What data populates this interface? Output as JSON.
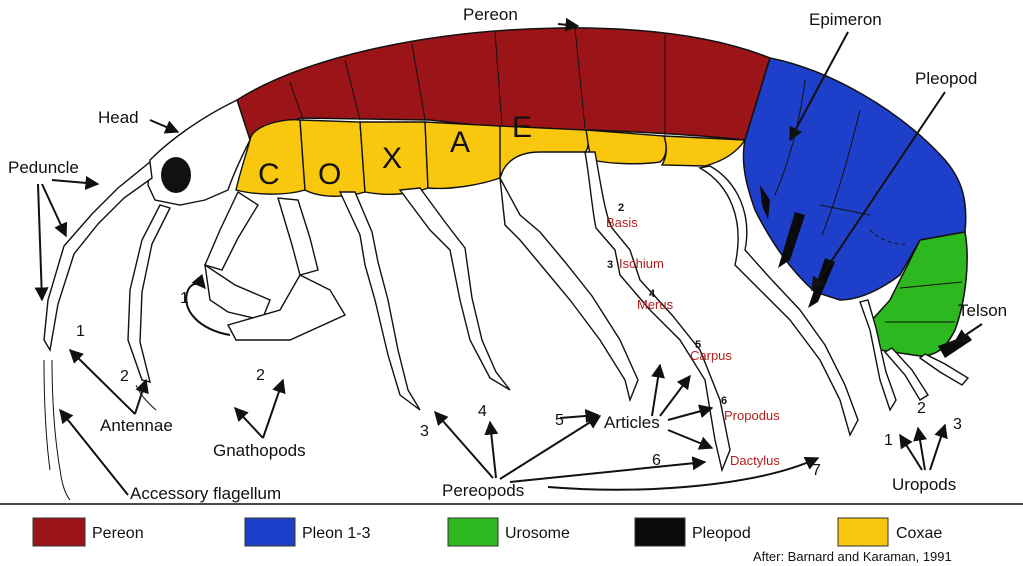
{
  "title": "Pereon",
  "labels": {
    "head": "Head",
    "peduncle": "Peduncle",
    "epimeron": "Epimeron",
    "pleopod": "Pleopod",
    "telson": "Telson",
    "antennae": "Antennae",
    "gnathopods": "Gnathopods",
    "accessory_flagellum": "Accessory flagellum",
    "pereopods": "Pereopods",
    "articles": "Articles",
    "uropods": "Uropods"
  },
  "coxae_letters": [
    "C",
    "O",
    "X",
    "A",
    "E"
  ],
  "numbers": {
    "antenna_1": "1",
    "antenna_2": "2",
    "gnathopod_1": "1",
    "gnathopod_2": "2",
    "pereopod_3": "3",
    "pereopod_4": "4",
    "pereopod_5": "5",
    "pereopod_6": "6",
    "pereopod_7": "7",
    "uropod_1": "1",
    "uropod_2": "2",
    "uropod_3": "3"
  },
  "articles": [
    {
      "num": "2",
      "name": "Basis"
    },
    {
      "num": "3",
      "name": "Ischium"
    },
    {
      "num": "4",
      "name": "Merus"
    },
    {
      "num": "5",
      "name": "Carpus"
    },
    {
      "num": "6",
      "name": "Propodus"
    },
    {
      "num": "",
      "name": "Dactylus"
    }
  ],
  "legend": [
    {
      "label": "Pereon",
      "color": "#9b1418"
    },
    {
      "label": "Pleon 1-3",
      "color": "#1e3fc9"
    },
    {
      "label": "Urosome",
      "color": "#2cb81e"
    },
    {
      "label": "Pleopod",
      "color": "#0a0a0a"
    },
    {
      "label": "Coxae",
      "color": "#f9c80e"
    }
  ],
  "citation": "After: Barnard and Karaman, 1991"
}
